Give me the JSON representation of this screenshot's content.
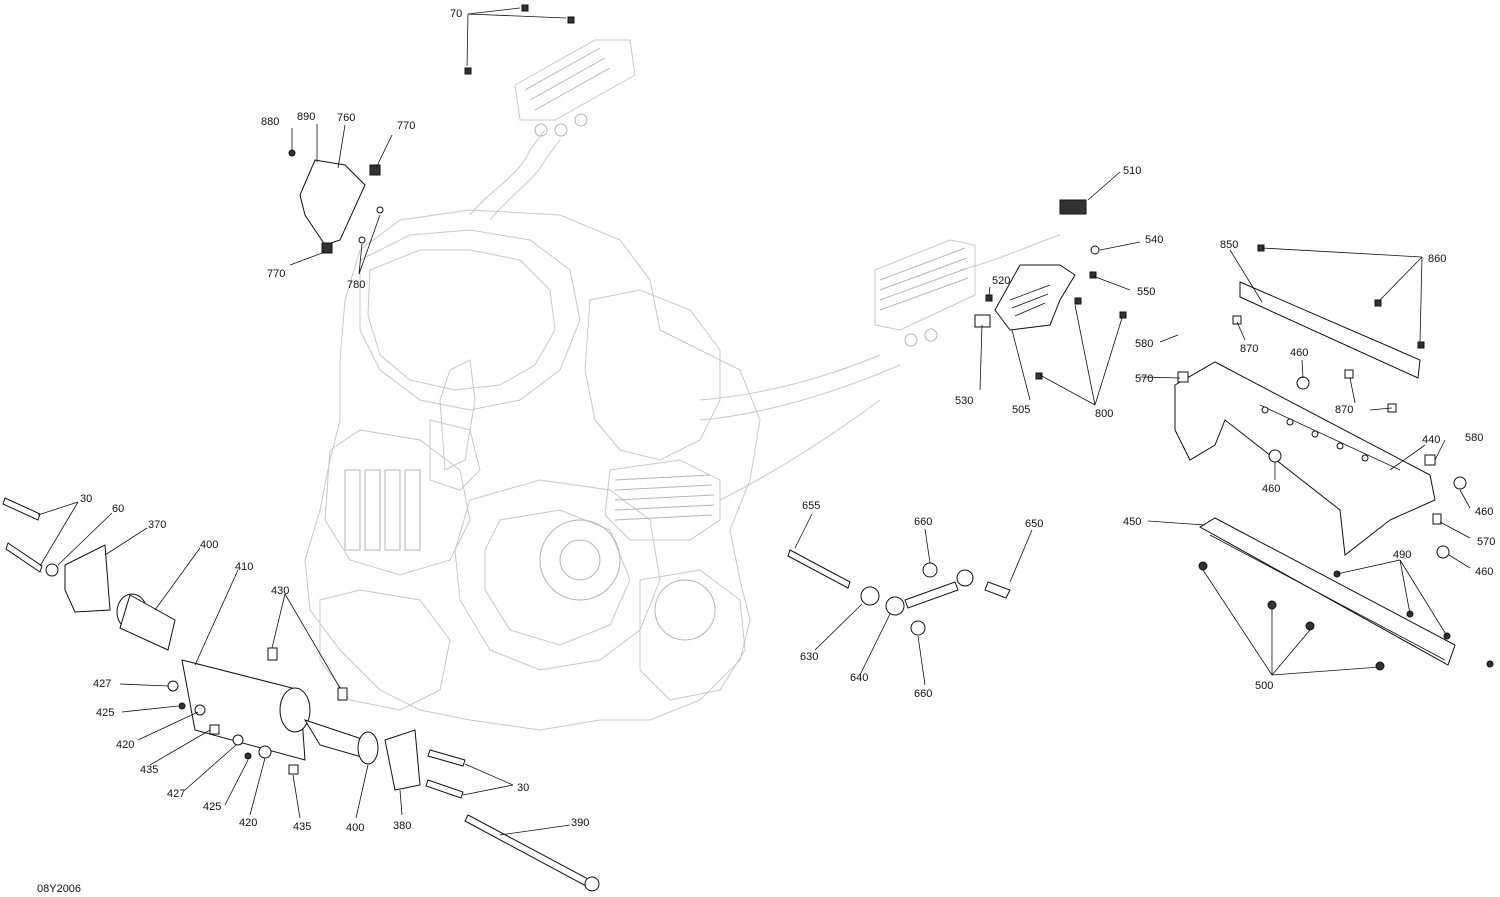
{
  "callouts": [
    "70",
    "880",
    "890",
    "760",
    "770",
    "770",
    "780",
    "510",
    "540",
    "520",
    "550",
    "530",
    "505",
    "800",
    "850",
    "860",
    "870",
    "870",
    "580",
    "460",
    "570",
    "440",
    "580",
    "460",
    "460",
    "450",
    "570",
    "490",
    "460",
    "500",
    "655",
    "660",
    "650",
    "630",
    "640",
    "660",
    "30",
    "60",
    "370",
    "400",
    "410",
    "430",
    "427",
    "425",
    "420",
    "435",
    "427",
    "425",
    "420",
    "435",
    "400",
    "380",
    "30",
    "390"
  ],
  "figure_code": "08Y2006"
}
